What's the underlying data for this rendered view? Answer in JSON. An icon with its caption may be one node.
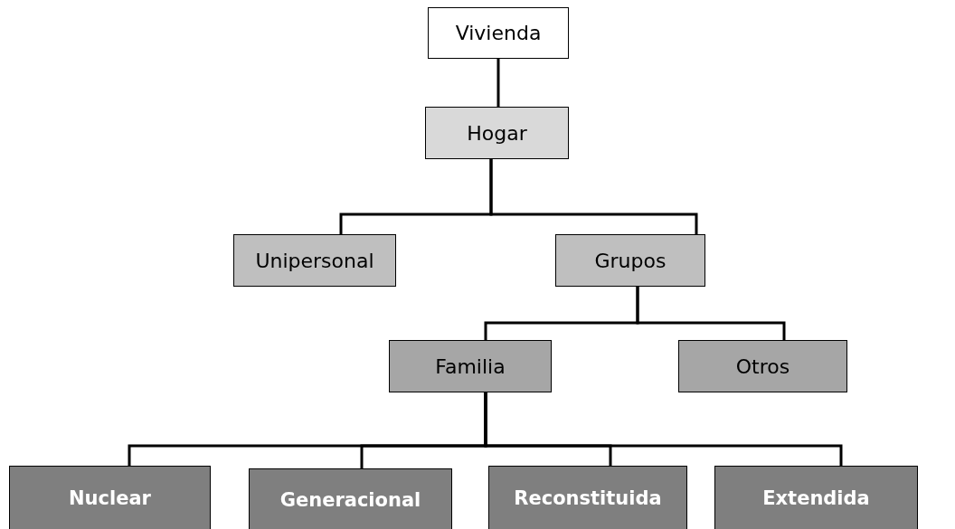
{
  "diagram": {
    "nodes": [
      {
        "text": [
          "Vivienda"
        ]
      },
      {
        "text": [
          "Hogar"
        ]
      },
      {
        "text": [
          "Unipersonal"
        ]
      },
      {
        "text": [
          "Grupos"
        ]
      },
      {
        "text": [
          "Familia"
        ]
      },
      {
        "text": [
          "Otros"
        ]
      },
      {
        "text": [
          "Nuclear"
        ]
      },
      {
        "text": [
          "Generacional"
        ]
      },
      {
        "text": [
          "Reconstituida"
        ]
      },
      {
        "text": [
          "Extendida"
        ]
      }
    ],
    "edges": [
      {
        "from": 0,
        "to": 1,
        "arrow": "none"
      },
      {
        "from": 1,
        "to": 2,
        "arrow": "none"
      },
      {
        "from": 1,
        "to": 3,
        "arrow": "none"
      },
      {
        "from": 3,
        "to": 4,
        "arrow": "none"
      },
      {
        "from": 3,
        "to": 5,
        "arrow": "none"
      },
      {
        "from": 4,
        "to": 6,
        "arrow": "none"
      },
      {
        "from": 4,
        "to": 7,
        "arrow": "none"
      },
      {
        "from": 4,
        "to": 8,
        "arrow": "none"
      },
      {
        "from": 4,
        "to": 9,
        "arrow": "none"
      }
    ]
  }
}
